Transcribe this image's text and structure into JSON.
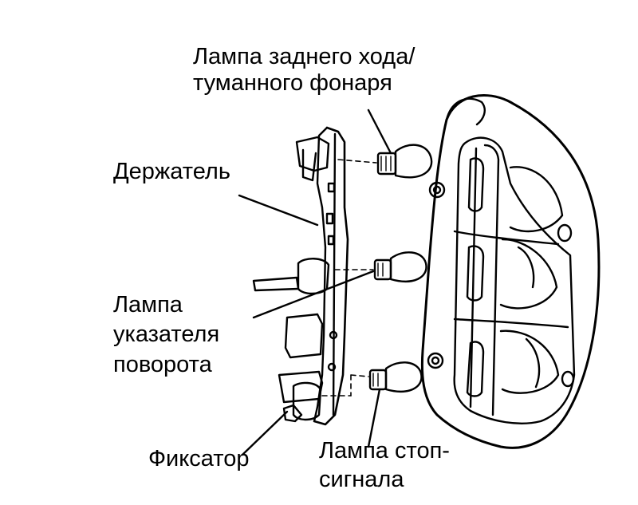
{
  "labels": {
    "reverse_fog_lamp": [
      "Лампа заднего хода/",
      "туманного фонаря"
    ],
    "holder": "Держатель",
    "turn_signal_lamp": [
      "Лампа",
      "указателя",
      "поворота"
    ],
    "latch": "Фиксатор",
    "stop_lamp": [
      "Лампа стоп-",
      "сигнала"
    ]
  }
}
